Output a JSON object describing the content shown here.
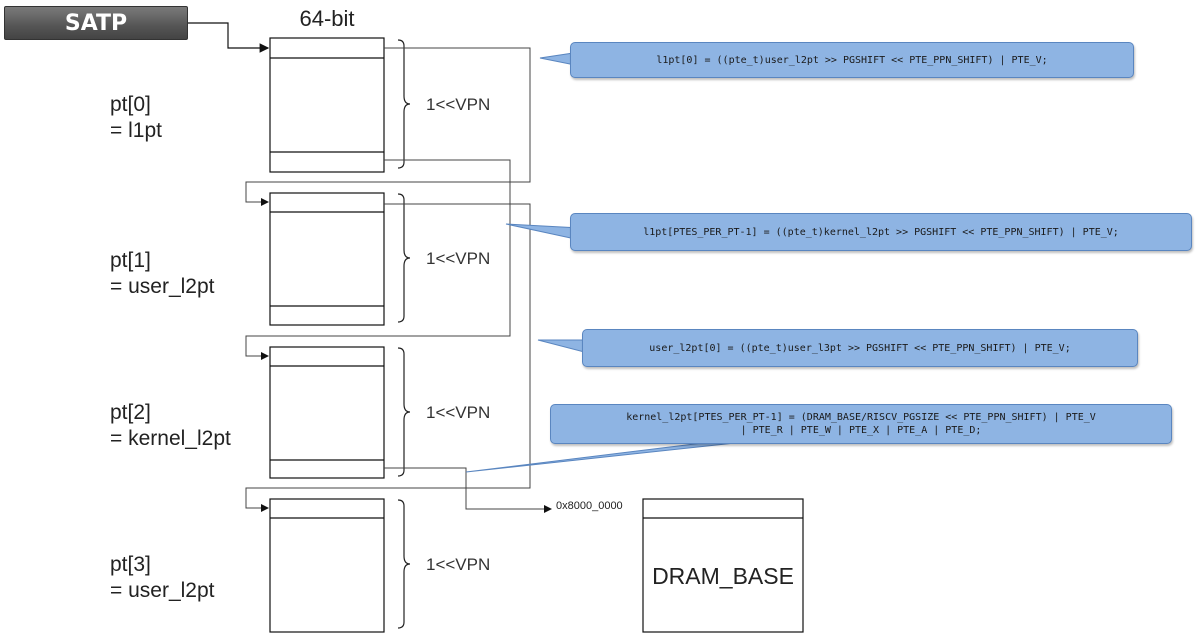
{
  "satp": {
    "label": "SATP"
  },
  "table_header": "64-bit",
  "tables": [
    {
      "name_line1": "pt[0]",
      "name_line2": "= l1pt",
      "size_label": "1<<VPN"
    },
    {
      "name_line1": "pt[1]",
      "name_line2": "= user_l2pt",
      "size_label": "1<<VPN"
    },
    {
      "name_line1": "pt[2]",
      "name_line2": "= kernel_l2pt",
      "size_label": "1<<VPN"
    },
    {
      "name_line1": "pt[3]",
      "name_line2": "= user_l2pt",
      "size_label": "1<<VPN"
    }
  ],
  "dram": {
    "address": "0x8000_0000",
    "label": "DRAM_BASE"
  },
  "callouts": [
    {
      "text": "l1pt[0] = ((pte_t)user_l2pt >> PGSHIFT << PTE_PPN_SHIFT) | PTE_V;"
    },
    {
      "text": "l1pt[PTES_PER_PT-1] = ((pte_t)kernel_l2pt >> PGSHIFT << PTE_PPN_SHIFT) | PTE_V;"
    },
    {
      "text": "user_l2pt[0] = ((pte_t)user_l3pt >> PGSHIFT << PTE_PPN_SHIFT) | PTE_V;"
    },
    {
      "text": "kernel_l2pt[PTES_PER_PT-1] = (DRAM_BASE/RISCV_PGSIZE << PTE_PPN_SHIFT) | PTE_V\n| PTE_R | PTE_W | PTE_X | PTE_A | PTE_D;"
    }
  ],
  "colors": {
    "callout_fill": "#8eb4e3",
    "callout_border": "#5a86c0",
    "satp_fill": "#555555"
  }
}
